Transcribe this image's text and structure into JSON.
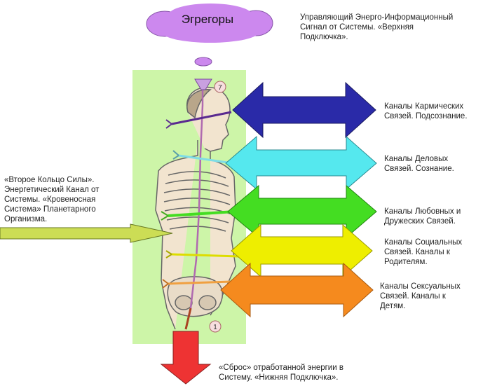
{
  "cloud_label": "Эгрегоры",
  "top_signal_text": "Управляющий Энерго-Информационный\nСигнал от Системы. «Верхняя\nПодключка».",
  "left_channel_text": "«Второе Кольцо Силы».\nЭнергетический Канал от\nСистемы. «Кровеносная\nСистема» Планетарного\nОрганизма.",
  "bottom_text": "«Сброс» отработанной энергии в\nСистему.  «Нижняя Подключка».",
  "chakra_top_number": "7",
  "chakra_bottom_number": "1",
  "channels": [
    {
      "label": "Каналы Кармических\nСвязей.  Подсознание.",
      "color": "#2a2aa8"
    },
    {
      "label": "Каналы Деловых\nСвязей. Сознание.",
      "color": "#55e8ee"
    },
    {
      "label": "Каналы Любовных и\nДружеских Связей.",
      "color": "#44dd22"
    },
    {
      "label": "Каналы Социальных\nСвязей. Каналы к\nРодителям.",
      "color": "#eeee00"
    },
    {
      "label": "Каналы Сексуальных\nСвязей. Каналы к\nДетям.",
      "color": "#f58a1e"
    }
  ],
  "colors": {
    "cloud": "#cc88ee",
    "panel": "#cdf5a8",
    "input_arrow": "#ccdd55",
    "output_arrow": "#ee3333"
  }
}
